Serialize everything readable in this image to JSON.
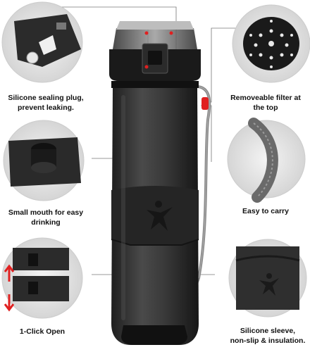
{
  "captions": {
    "sealing_plug": [
      "Silicone sealing plug,",
      "prevent leaking."
    ],
    "removable_filter": [
      "Removeable filter at",
      "the top"
    ],
    "small_mouth": [
      "Small mouth for easy",
      "drinking"
    ],
    "easy_carry": [
      "Easy to carry"
    ],
    "one_click": [
      "1-Click Open"
    ],
    "silicone_sleeve": [
      "Silicone sleeve,",
      "non-slip & insulation."
    ]
  },
  "colors": {
    "bottle": "#2a2a2a",
    "bottle_highlight": "#4a4a4a",
    "lid": "#1a1a1a",
    "accent_red": "#e02020",
    "strap": "#8a8a8a",
    "callout_line": "#666666"
  }
}
